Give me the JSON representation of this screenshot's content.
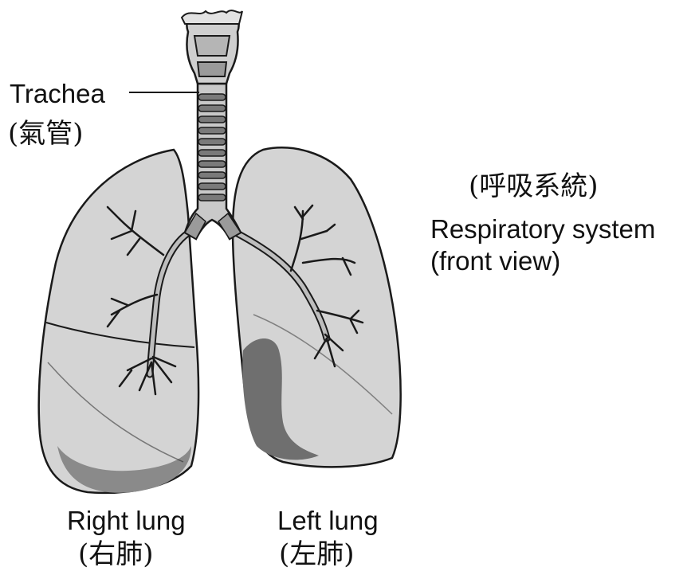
{
  "labels": {
    "trachea": {
      "en": "Trachea",
      "cn": "(氣管)"
    },
    "system": {
      "cn": "(呼吸系統)",
      "title": "Respiratory system",
      "subtitle": "(front view)"
    },
    "right_lung": {
      "en": "Right lung",
      "cn": "(右肺)"
    },
    "left_lung": {
      "en": "Left lung",
      "cn": "(左肺)"
    }
  },
  "colors": {
    "lung_fill": "#d4d4d4",
    "lung_shadow": "#6f6f6f",
    "outline": "#1a1a1a",
    "trachea_fill": "#c9c9c9",
    "ring_fill": "#7a7a7a"
  }
}
